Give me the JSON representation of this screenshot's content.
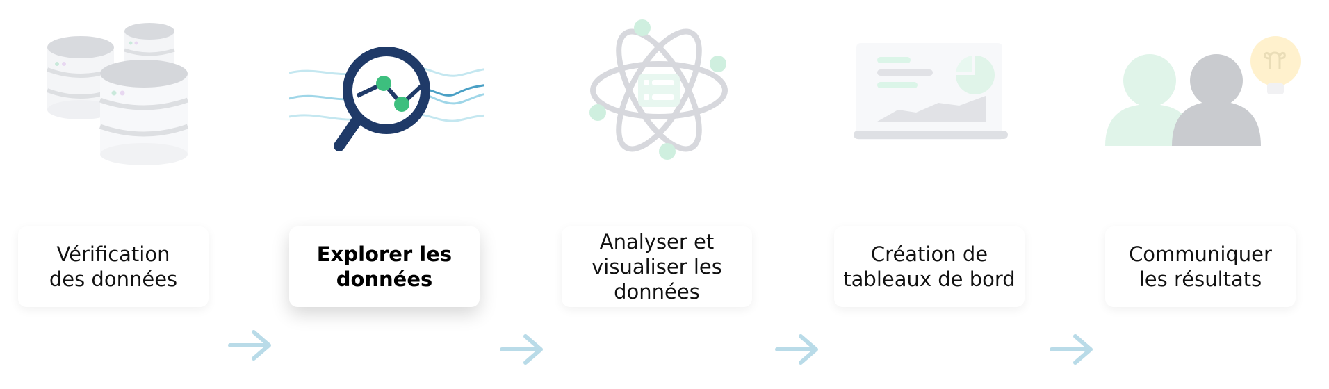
{
  "steps": [
    {
      "id": "verification",
      "label": "Vérification\ndes données",
      "icon": "database-icon",
      "active": false
    },
    {
      "id": "explore",
      "label": "Explorer les\ndonnées",
      "icon": "magnifier-chart-icon",
      "active": true
    },
    {
      "id": "analyze",
      "label": "Analyser et\nvisualiser les\ndonnées",
      "icon": "atom-icon",
      "active": false
    },
    {
      "id": "dashboards",
      "label": "Création de\ntableaux de bord",
      "icon": "laptop-dashboard-icon",
      "active": false
    },
    {
      "id": "communicate",
      "label": "Communiquer\nles résultats",
      "icon": "people-idea-icon",
      "active": false
    }
  ],
  "colors": {
    "arrow": "#b9dbe8",
    "navy": "#1f3a68",
    "green": "#3dbf7e",
    "grey": "#c9cbd1",
    "mint": "#cdeedd",
    "bulb": "#ffe7a6"
  }
}
